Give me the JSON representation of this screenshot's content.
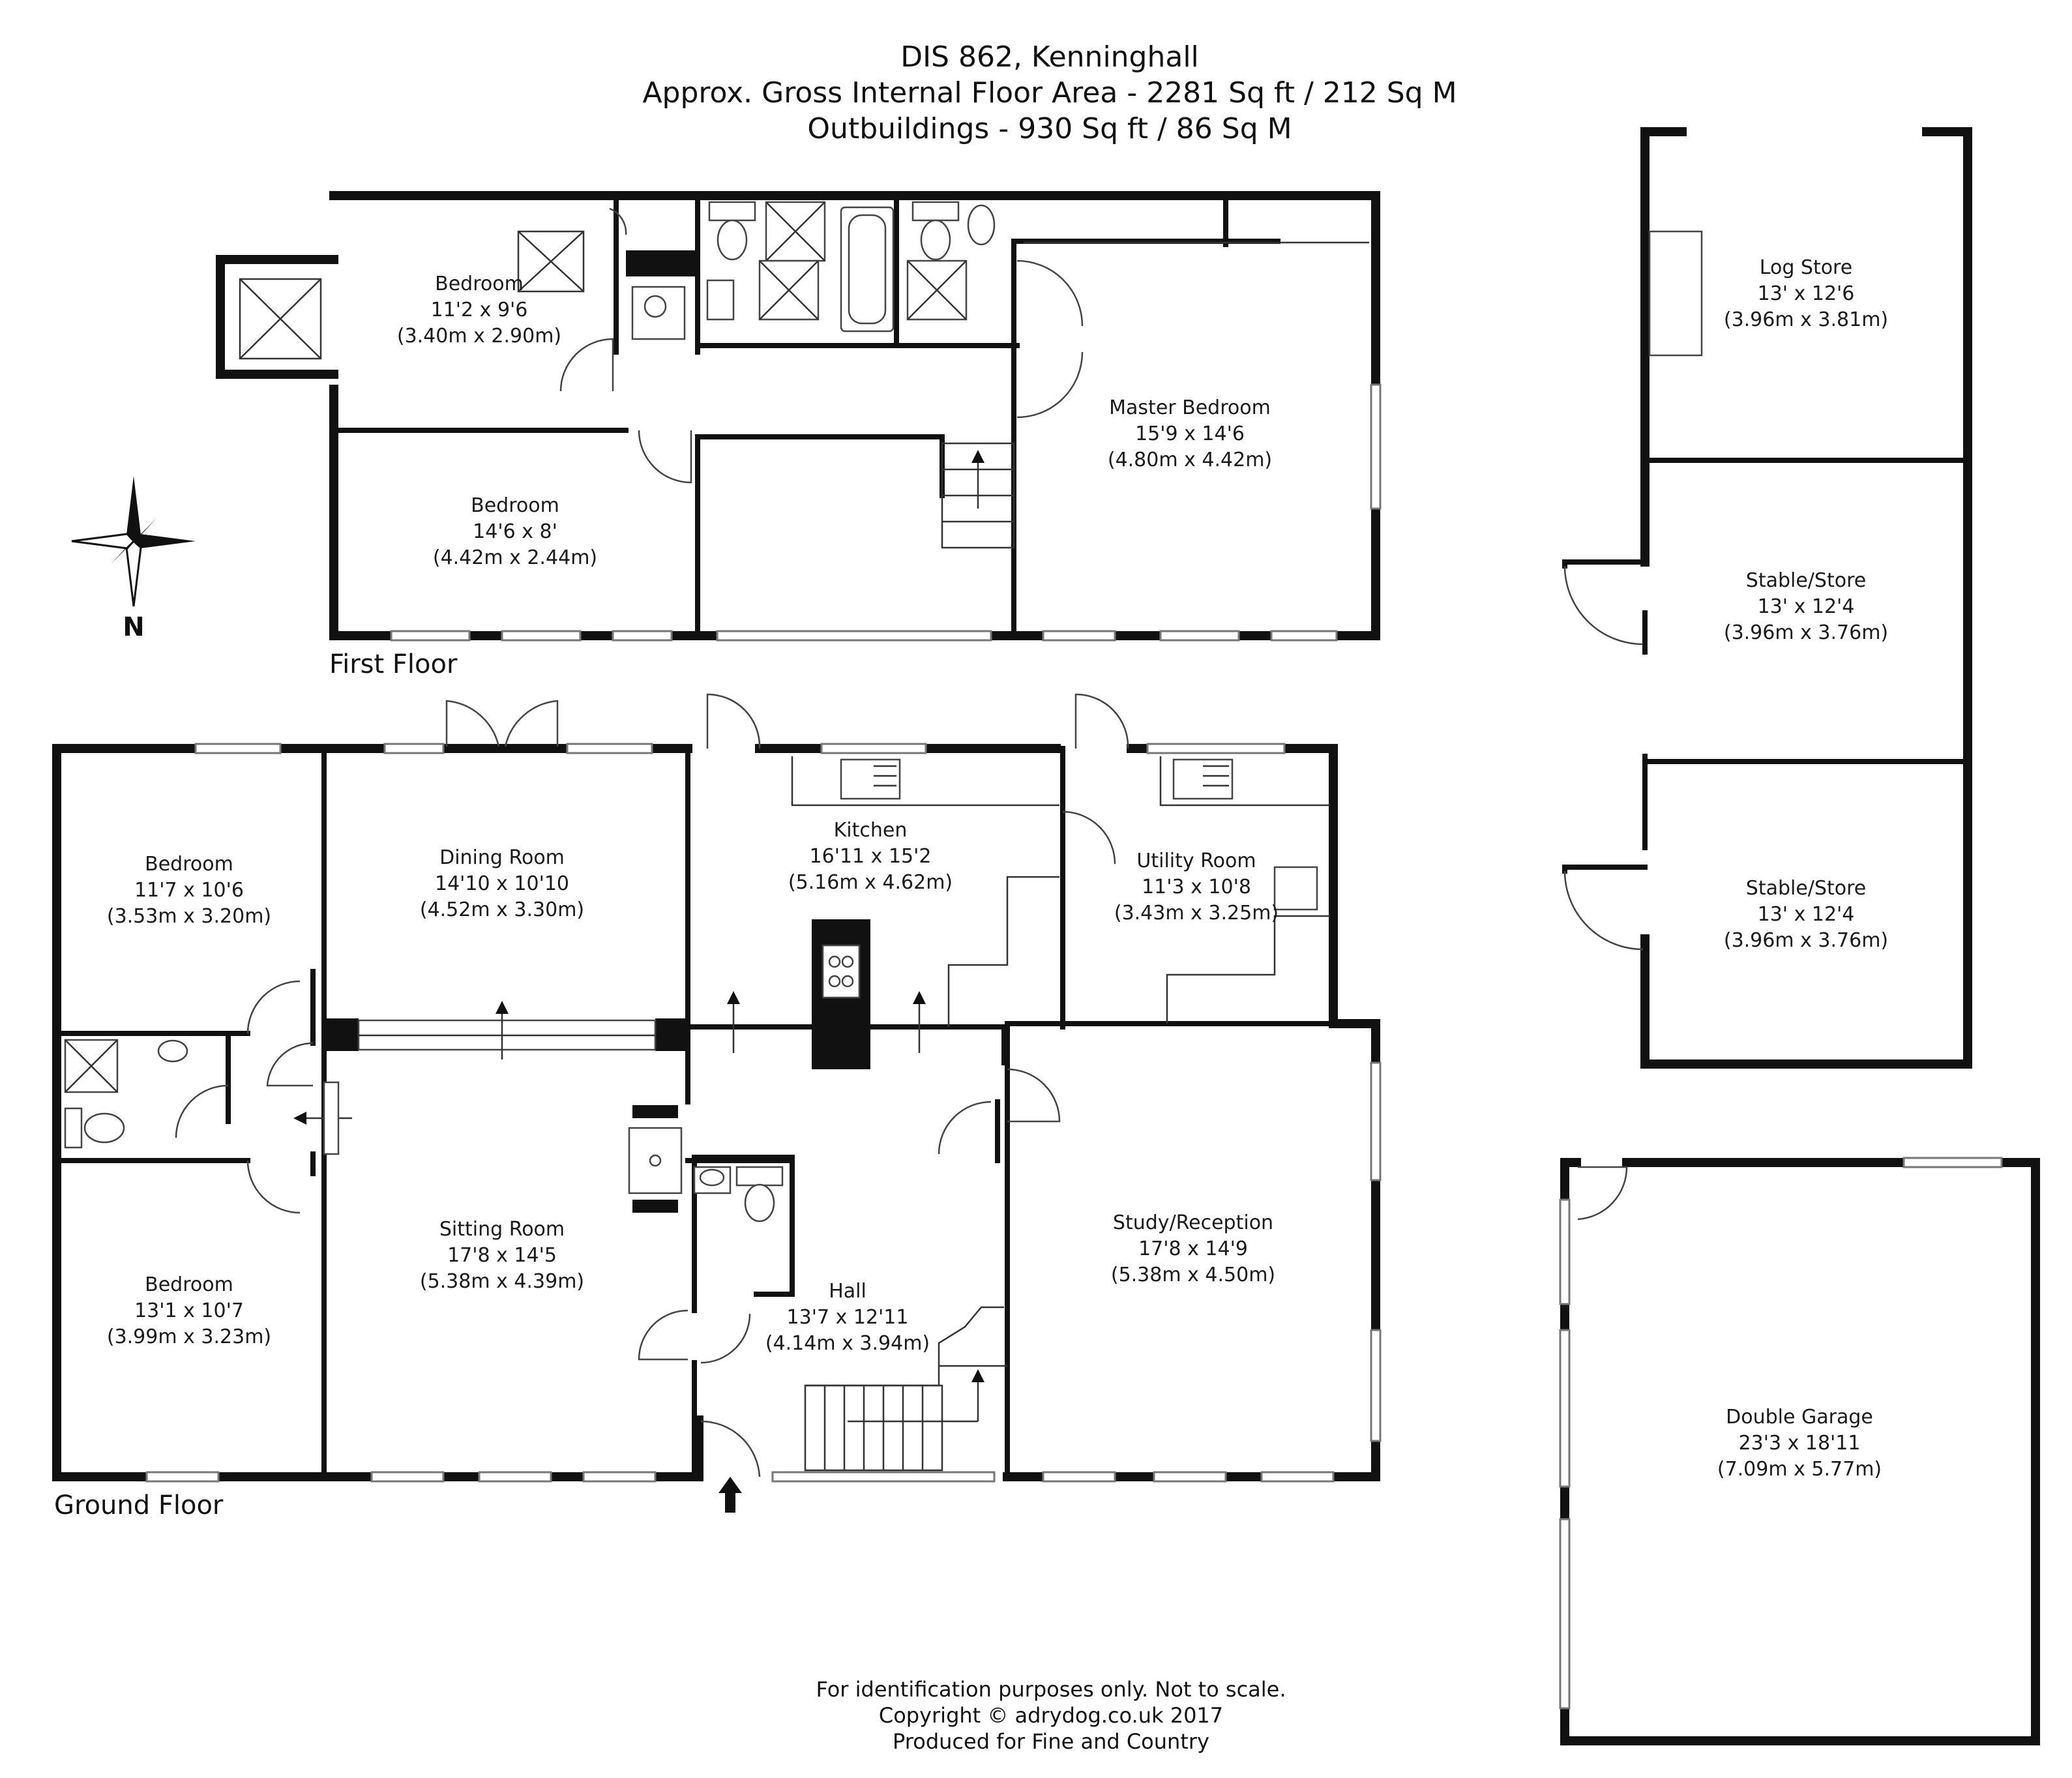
{
  "header": {
    "title": "DIS 862, Kenninghall",
    "area_main": "Approx. Gross Internal Floor Area - 2281 Sq ft / 212 Sq M",
    "area_outbuildings": "Outbuildings - 930 Sq ft / 86 Sq M"
  },
  "floor_labels": {
    "first": "First Floor",
    "ground": "Ground Floor"
  },
  "compass": {
    "north": "N"
  },
  "rooms": {
    "ff_bedroom_1": {
      "name": "Bedroom",
      "imperial": "11'2 x 9'6",
      "metric": "(3.40m x 2.90m)"
    },
    "ff_bedroom_2": {
      "name": "Bedroom",
      "imperial": "14'6 x 8'",
      "metric": "(4.42m x 2.44m)"
    },
    "ff_master": {
      "name": "Master Bedroom",
      "imperial": "15'9 x 14'6",
      "metric": "(4.80m x 4.42m)"
    },
    "gf_bedroom_1": {
      "name": "Bedroom",
      "imperial": "11'7 x 10'6",
      "metric": "(3.53m x 3.20m)"
    },
    "gf_bedroom_2": {
      "name": "Bedroom",
      "imperial": "13'1 x 10'7",
      "metric": "(3.99m x 3.23m)"
    },
    "dining": {
      "name": "Dining Room",
      "imperial": "14'10 x 10'10",
      "metric": "(4.52m x 3.30m)"
    },
    "kitchen": {
      "name": "Kitchen",
      "imperial": "16'11 x 15'2",
      "metric": "(5.16m x 4.62m)"
    },
    "utility": {
      "name": "Utility Room",
      "imperial": "11'3 x 10'8",
      "metric": "(3.43m x 3.25m)"
    },
    "sitting": {
      "name": "Sitting Room",
      "imperial": "17'8 x 14'5",
      "metric": "(5.38m x 4.39m)"
    },
    "hall": {
      "name": "Hall",
      "imperial": "13'7 x 12'11",
      "metric": "(4.14m x 3.94m)"
    },
    "study": {
      "name": "Study/Reception",
      "imperial": "17'8 x 14'9",
      "metric": "(5.38m x 4.50m)"
    },
    "log_store": {
      "name": "Log Store",
      "imperial": "13' x 12'6",
      "metric": "(3.96m x 3.81m)"
    },
    "stable_1": {
      "name": "Stable/Store",
      "imperial": "13' x 12'4",
      "metric": "(3.96m x 3.76m)"
    },
    "stable_2": {
      "name": "Stable/Store",
      "imperial": "13' x 12'4",
      "metric": "(3.96m x 3.76m)"
    },
    "garage": {
      "name": "Double Garage",
      "imperial": "23'3 x 18'11",
      "metric": "(7.09m x 5.77m)"
    }
  },
  "footer": {
    "line1": "For identification purposes only. Not to scale.",
    "line2": "Copyright © adrydog.co.uk 2017",
    "line3": "Produced for Fine and Country"
  }
}
